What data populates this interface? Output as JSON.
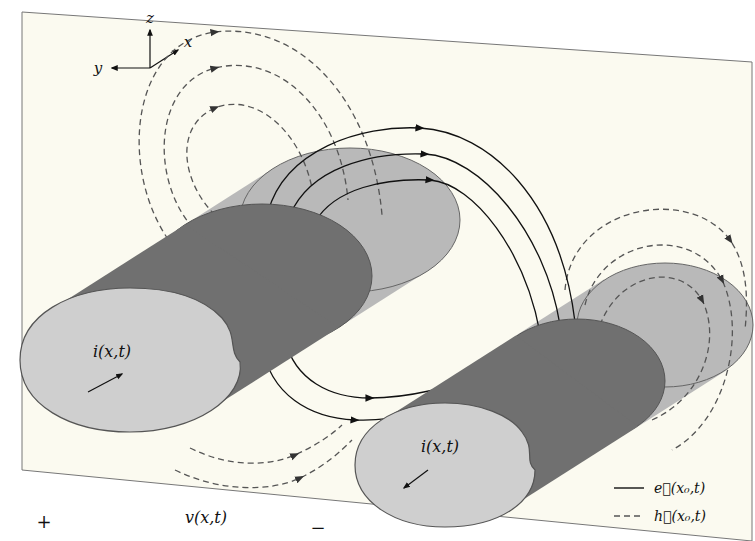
{
  "diagram": {
    "labels": [
      "z",
      "x",
      "y",
      "i(x,t)",
      "i(x,t)",
      "+",
      "v(x,t)",
      "−"
    ],
    "legend": [
      {
        "text": "e⃗(x₀,t)"
      },
      {
        "text": "h⃗(x₀,t)"
      }
    ]
  }
}
